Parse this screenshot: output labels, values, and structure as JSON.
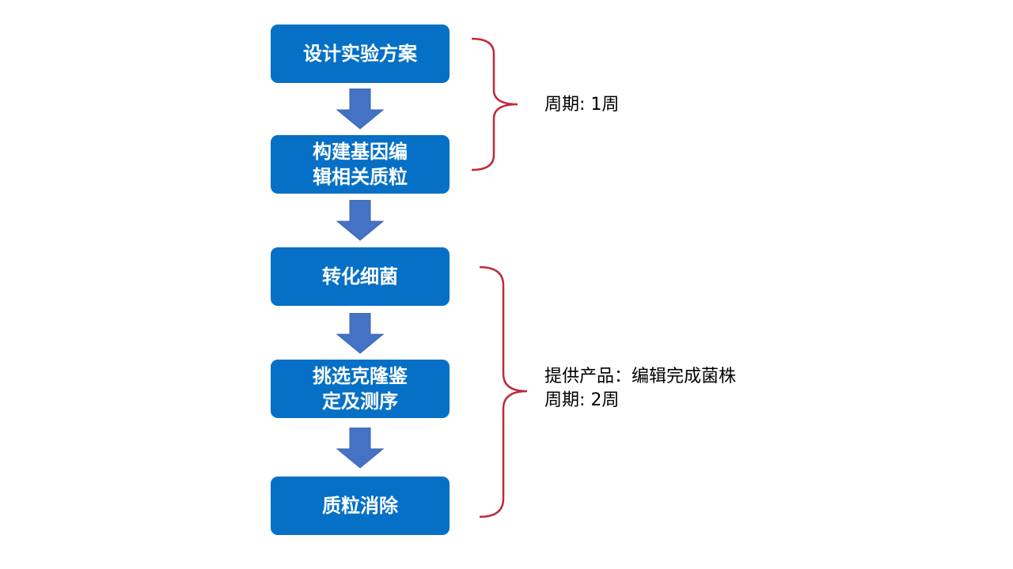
{
  "steps": [
    {
      "lines": [
        "设计实验方案"
      ]
    },
    {
      "lines": [
        "构建基因编",
        "辑相关质粒"
      ]
    },
    {
      "lines": [
        "转化细菌"
      ]
    },
    {
      "lines": [
        "挑选克隆鉴",
        "定及测序"
      ]
    },
    {
      "lines": [
        "质粒消除"
      ]
    }
  ],
  "phase1": {
    "period": "周期: 1周"
  },
  "phase2": {
    "product": "提供产品：编辑完成菌株",
    "period": "周期: 2周"
  },
  "colors": {
    "box": "#0670c6",
    "arrow": "#4472c4",
    "brace": "#c0283c"
  }
}
